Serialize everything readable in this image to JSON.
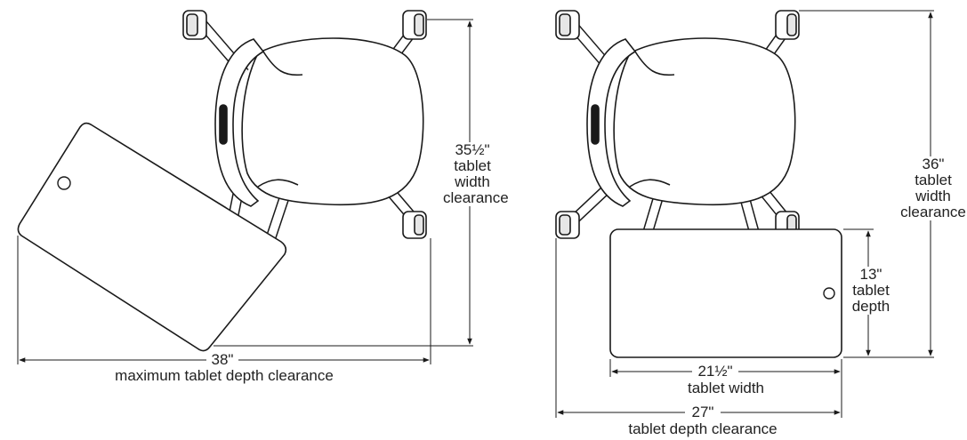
{
  "left_diagram": {
    "dims": {
      "height_value": "35½\"",
      "height_lines": [
        "tablet",
        "width",
        "clearance"
      ],
      "width_value": "38\"",
      "width_caption": "maximum tablet depth clearance"
    }
  },
  "right_diagram": {
    "dims": {
      "height_value": "36\"",
      "height_lines": [
        "tablet",
        "width",
        "clearance"
      ],
      "tablet_depth_value": "13\"",
      "tablet_depth_lines": [
        "tablet",
        "depth"
      ],
      "tablet_width_value": "21½\"",
      "tablet_width_caption": "tablet width",
      "overall_value": "27\"",
      "overall_caption": "tablet depth clearance"
    }
  },
  "colors": {
    "line": "#1a1a1a",
    "fill": "#ffffff",
    "shade": "#d9d9d9"
  }
}
